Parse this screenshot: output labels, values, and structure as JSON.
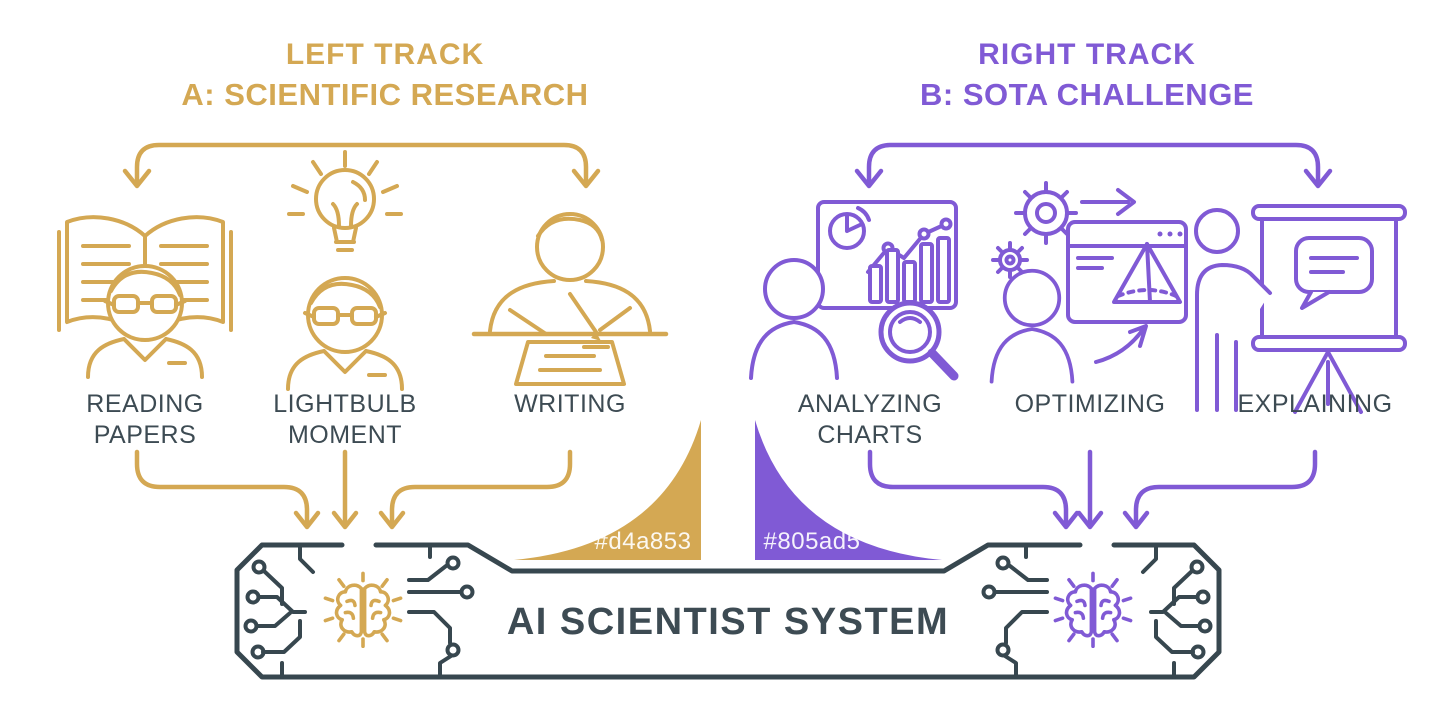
{
  "colors": {
    "gold": "#d4a853",
    "purple": "#805ad5",
    "dark": "#37474f",
    "label": "#3d4b53",
    "white": "#ffffff"
  },
  "left_track": {
    "title_line1": "LEFT TRACK",
    "title_line2": "A: SCIENTIFIC RESEARCH",
    "items": [
      {
        "icon": "reading-papers-icon",
        "label_line1": "READING",
        "label_line2": "PAPERS"
      },
      {
        "icon": "lightbulb-moment-icon",
        "label_line1": "LIGHTBULB",
        "label_line2": "MOMENT"
      },
      {
        "icon": "writing-icon",
        "label_line1": "WRITING",
        "label_line2": ""
      }
    ]
  },
  "right_track": {
    "title_line1": "RIGHT TRACK",
    "title_line2": "B: SOTA CHALLENGE",
    "items": [
      {
        "icon": "analyzing-charts-icon",
        "label_line1": "ANALYZING",
        "label_line2": "CHARTS"
      },
      {
        "icon": "optimizing-icon",
        "label_line1": "OPTIMIZING",
        "label_line2": ""
      },
      {
        "icon": "explaining-icon",
        "label_line1": "EXPLAINING",
        "label_line2": ""
      }
    ]
  },
  "color_swatches": {
    "left_hex": "#d4a853",
    "right_hex": "#805ad5"
  },
  "system_banner": {
    "title": "AI SCIENTIST SYSTEM"
  }
}
